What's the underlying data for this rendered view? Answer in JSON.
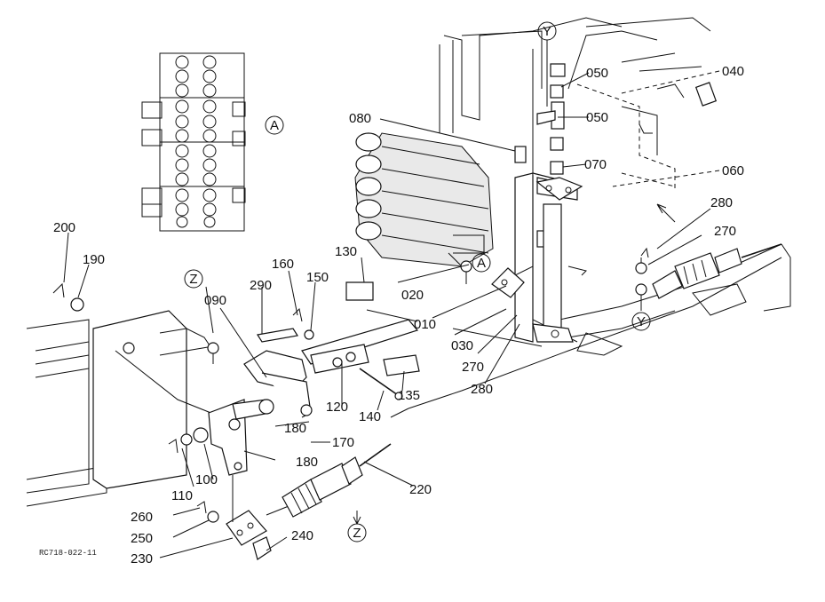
{
  "diagram": {
    "reference_code": "RC718-022-11",
    "detail_markers": [
      "A",
      "Z",
      "Y"
    ],
    "part_numbers": {
      "p010": "010",
      "p020": "020",
      "p030": "030",
      "p040": "040",
      "p050a": "050",
      "p050b": "050",
      "p060": "060",
      "p070": "070",
      "p080": "080",
      "p090": "090",
      "p100": "100",
      "p110": "110",
      "p120": "120",
      "p130": "130",
      "p135": "135",
      "p140": "140",
      "p150": "150",
      "p160": "160",
      "p170": "170",
      "p180a": "180",
      "p180b": "180",
      "p190": "190",
      "p200": "200",
      "p220": "220",
      "p230": "230",
      "p240": "240",
      "p250": "250",
      "p260": "260",
      "p270a": "270",
      "p270b": "270",
      "p280a": "280",
      "p280b": "280",
      "p290": "290"
    }
  }
}
